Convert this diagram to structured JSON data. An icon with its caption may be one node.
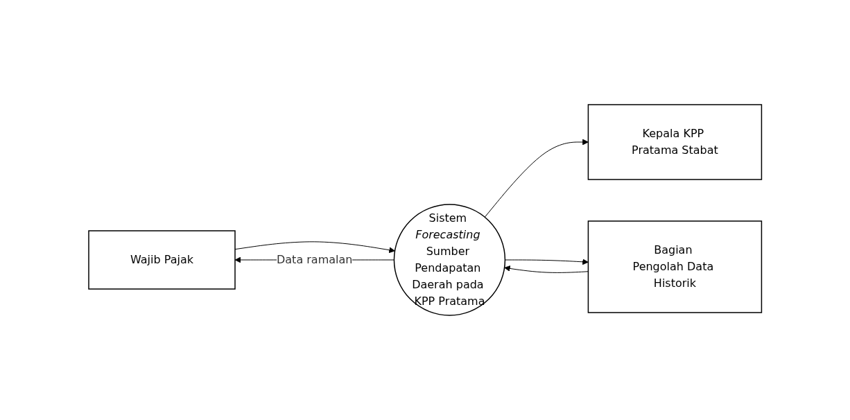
{
  "diagram": {
    "nodes": [
      {
        "text": [
          "Wajib Pajak"
        ]
      },
      {
        "text": [
          "Sistem *Forecasting* Sumber Pendapatan Daerah pada KPP Pratama"
        ]
      },
      {
        "text": [
          "Kepala KPP Pratama Stabat"
        ]
      },
      {
        "text": [
          "Bagian Pengolah Data Historik"
        ]
      }
    ],
    "edges": [
      {
        "from": 0,
        "to": 1,
        "arrow": "to"
      },
      {
        "from": 1,
        "to": 0,
        "label": "Data ramalan",
        "arrow": "to"
      },
      {
        "from": 1,
        "to": 2,
        "arrow": "to"
      },
      {
        "from": 3,
        "to": 1,
        "arrow": "to"
      },
      {
        "from": 1,
        "to": 3,
        "arrow": "to"
      }
    ]
  }
}
